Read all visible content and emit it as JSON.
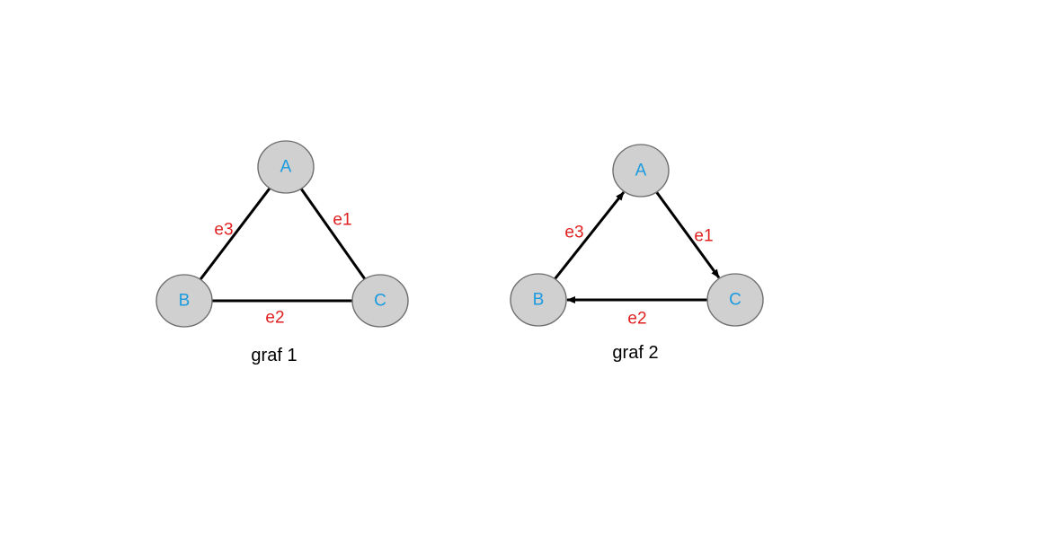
{
  "colors": {
    "node_fill": "#d0d0d0",
    "node_label": "#1a9be0",
    "edge_label": "#e02020",
    "edge": "#000000",
    "caption": "#000000"
  },
  "graphs": [
    {
      "caption": "graf 1",
      "directed": false,
      "nodes": [
        {
          "id": "A",
          "label": "A"
        },
        {
          "id": "B",
          "label": "B"
        },
        {
          "id": "C",
          "label": "C"
        }
      ],
      "edges": [
        {
          "label": "e1",
          "from": "A",
          "to": "C"
        },
        {
          "label": "e2",
          "from": "B",
          "to": "C"
        },
        {
          "label": "e3",
          "from": "B",
          "to": "A"
        }
      ]
    },
    {
      "caption": "graf 2",
      "directed": true,
      "nodes": [
        {
          "id": "A",
          "label": "A"
        },
        {
          "id": "B",
          "label": "B"
        },
        {
          "id": "C",
          "label": "C"
        }
      ],
      "edges": [
        {
          "label": "e1",
          "from": "A",
          "to": "C"
        },
        {
          "label": "e2",
          "from": "C",
          "to": "B"
        },
        {
          "label": "e3",
          "from": "B",
          "to": "A"
        }
      ]
    }
  ]
}
